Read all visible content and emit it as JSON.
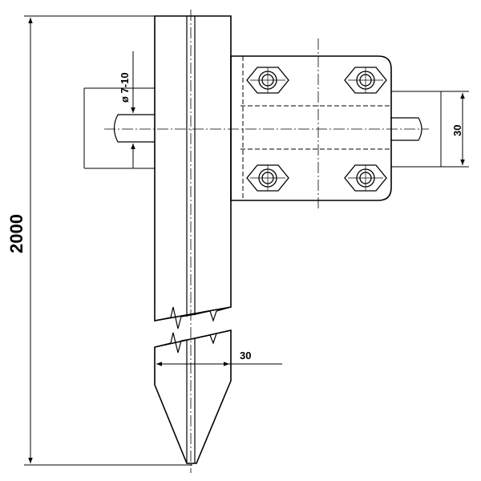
{
  "dimensions": {
    "total_length": "2000",
    "rod_diameter": "ø 7-10",
    "plate_height": "30",
    "tip_width": "30"
  },
  "colors": {
    "line": "#000000",
    "background": "#ffffff"
  }
}
